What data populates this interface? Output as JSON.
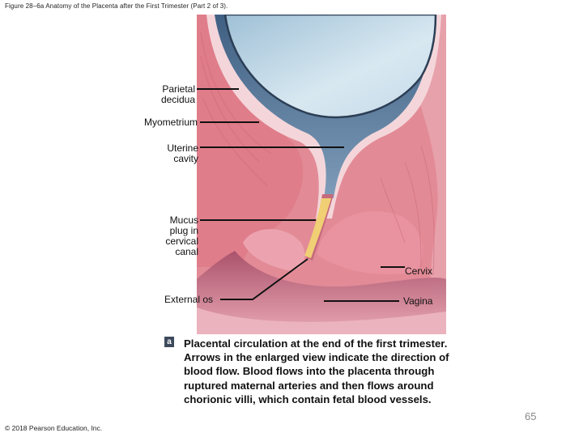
{
  "figure_title": "Figure 28–6a Anatomy of the Placenta after the First Trimester (Part 2 of 3).",
  "labels": {
    "parietal_decidua": "Parietal decidua",
    "myometrium": "Myometrium",
    "uterine_cavity": "Uterine cavity",
    "mucus_plug": "Mucus plug in cervical canal",
    "cervix": "Cervix",
    "external_os": "External os",
    "vagina": "Vagina"
  },
  "caption": {
    "badge": "a",
    "text": "Placental circulation at the end of the first trimester. Arrows in the enlarged view indicate the direction of blood flow. Blood flows into the placenta through ruptured maternal arteries and then flows around chorionic villi, which contain fetal blood vessels."
  },
  "copyright": "© 2018 Pearson Education, Inc.",
  "page_number": "65",
  "colors": {
    "muscle": "#e0838f",
    "muscle_light": "#eeb0b6",
    "decidua": "#f5d9dc",
    "cavity": "#5f7d9c",
    "cavity_light": "#8aa6c2",
    "amnion": "#cfe0ea",
    "mucus": "#f1cf74",
    "badge": "#3d4a5c"
  }
}
